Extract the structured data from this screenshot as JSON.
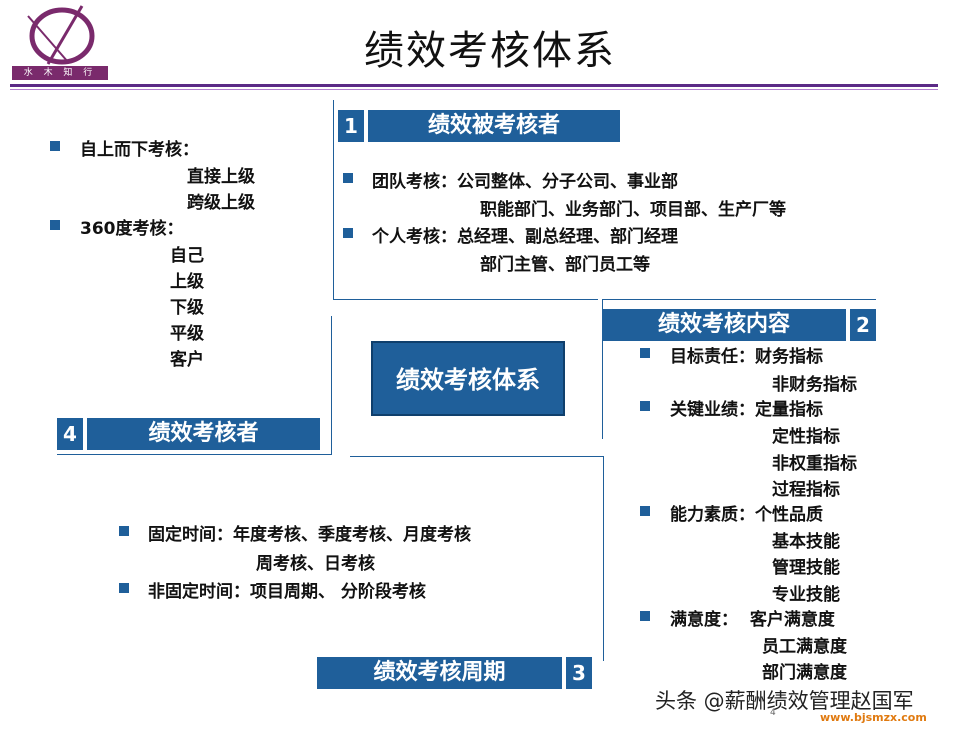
{
  "logo": {
    "text": "水 木 知 行"
  },
  "title": "绩效考核体系",
  "center_label": "绩效考核体系",
  "sections": {
    "evaluatees": {
      "number": "1",
      "label": "绩效被考核者",
      "lines": [
        "团队考核：公司整体、分子公司、事业部",
        "职能部门、业务部门、项目部、生产厂等",
        "个人考核：总经理、副总经理、部门经理",
        "部门主管、部门员工等"
      ]
    },
    "content": {
      "number": "2",
      "label": "绩效考核内容",
      "items": [
        {
          "head": "目标责任：财务指标",
          "sub": [
            "非财务指标"
          ]
        },
        {
          "head": "关键业绩：定量指标",
          "sub": [
            "定性指标",
            "非权重指标",
            "过程指标"
          ]
        },
        {
          "head": "能力素质：个性品质",
          "sub": [
            "基本技能",
            "管理技能",
            "专业技能"
          ]
        },
        {
          "head": "满意度：  客户满意度",
          "sub": [
            "员工满意度",
            "部门满意度"
          ]
        }
      ]
    },
    "cycle": {
      "number": "3",
      "label": "绩效考核周期",
      "lines": [
        "固定时间：年度考核、季度考核、月度考核",
        "周考核、日考核",
        "非固定时间：项目周期、 分阶段考核"
      ]
    },
    "evaluators": {
      "number": "4",
      "label": "绩效考核者",
      "lines": [
        "自上而下考核：",
        "直接上级",
        "跨级上级",
        "360度考核：",
        "自己",
        "上级",
        "下级",
        "平级",
        "客户"
      ]
    }
  },
  "footer": {
    "watermark": "头条 @薪酬绩效管理赵国军",
    "url": "www.bjsmzx.com",
    "page": "4"
  },
  "colors": {
    "accent": "#1f5f9a",
    "rule": "#5b2a86",
    "logo": "#7a2a6c",
    "url": "#e07a10"
  }
}
